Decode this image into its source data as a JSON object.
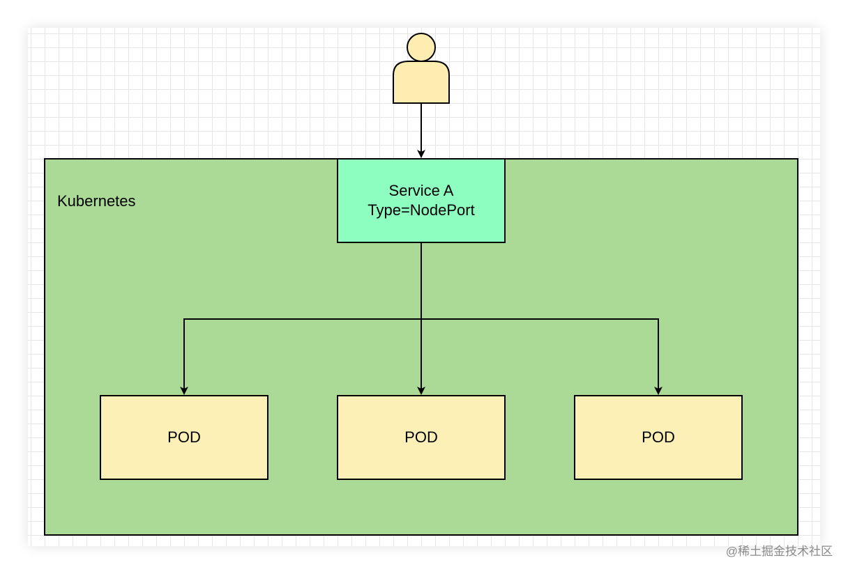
{
  "diagram": {
    "cluster_label": "Kubernetes",
    "service": {
      "line1": "Service A",
      "line2": "Type=NodePort"
    },
    "pods": [
      {
        "label": "POD"
      },
      {
        "label": "POD"
      },
      {
        "label": "POD"
      }
    ],
    "user_icon": "user-icon"
  },
  "colors": {
    "cluster_fill": "#ABDA96",
    "service_fill": "#8DFDC0",
    "pod_fill": "#FDF0B7",
    "user_fill": "#FDEDB0"
  },
  "watermark": "@稀土掘金技术社区"
}
